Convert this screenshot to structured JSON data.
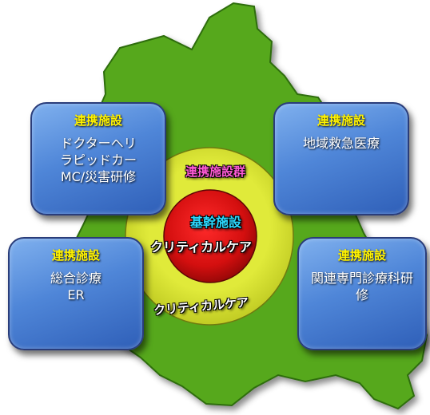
{
  "colors": {
    "map_green": "#57a81d",
    "outer_ring": "#d4df2a",
    "inner_core": "#d40f0f",
    "box_blue": "#4f86d8",
    "header_yellow": "#fff200"
  },
  "icons": {
    "map": "prefecture-map-silhouette"
  },
  "center": {
    "group_label": "連携施設群",
    "core_title": "基幹施設",
    "core_subtitle": "クリティカルケア",
    "outer_subtitle": "クリティカルケア"
  },
  "boxes": [
    {
      "header": "連携施設",
      "body": "ドクターヘリ\nラピッドカー\nMC/災害研修"
    },
    {
      "header": "連携施設",
      "body": "地域救急医療"
    },
    {
      "header": "連携施設",
      "body": "総合診療\nER"
    },
    {
      "header": "連携施設",
      "body": "関連専門診療科研\n修"
    }
  ]
}
